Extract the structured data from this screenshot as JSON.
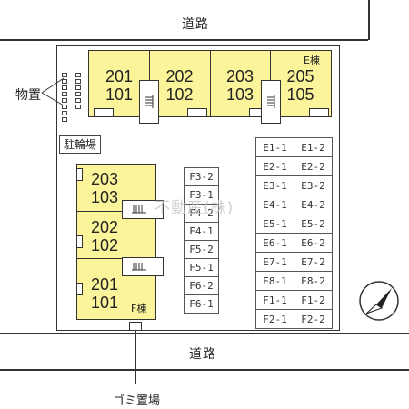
{
  "roads": {
    "top": "道路",
    "bottom": "道路"
  },
  "labels": {
    "storage": "物置",
    "bicycle_parking": "駐輪場",
    "garbage": "ゴミ置場",
    "watermark": "不動産(株)"
  },
  "building_e": {
    "name": "E棟",
    "units": [
      {
        "upper": "201",
        "lower": "101"
      },
      {
        "upper": "202",
        "lower": "102"
      },
      {
        "upper": "203",
        "lower": "103"
      },
      {
        "upper": "205",
        "lower": "105"
      }
    ]
  },
  "building_f": {
    "name": "F棟",
    "units": [
      {
        "upper": "203",
        "lower": "103"
      },
      {
        "upper": "202",
        "lower": "102"
      },
      {
        "upper": "201",
        "lower": "101"
      }
    ]
  },
  "parking_f": [
    "F3-2",
    "F3-1",
    "F4-2",
    "F4-1",
    "F5-2",
    "F5-1",
    "F6-2",
    "F6-1"
  ],
  "parking_e": [
    [
      "E1-1",
      "E1-2"
    ],
    [
      "E2-1",
      "E2-2"
    ],
    [
      "E3-1",
      "E3-2"
    ],
    [
      "E4-1",
      "E4-2"
    ],
    [
      "E5-1",
      "E5-2"
    ],
    [
      "E6-1",
      "E6-2"
    ],
    [
      "E7-1",
      "E7-2"
    ],
    [
      "E8-1",
      "E8-2"
    ],
    [
      "F1-1",
      "F1-2"
    ],
    [
      "F2-1",
      "F2-2"
    ]
  ],
  "compass": "north-arrow"
}
